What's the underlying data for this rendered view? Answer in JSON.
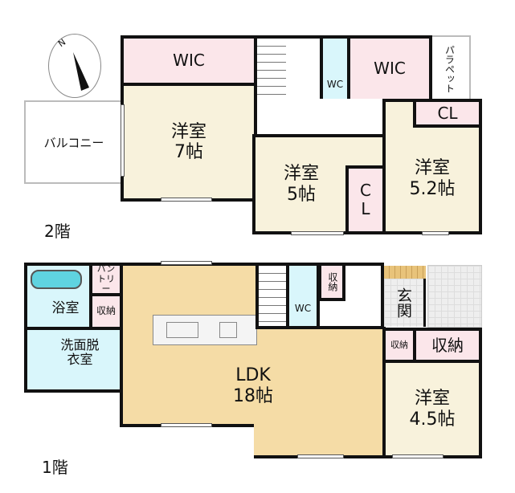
{
  "compass": {
    "label": "N"
  },
  "floor2": {
    "label": "2階",
    "wic_left": "WIC",
    "wic_right": "WIC",
    "wc": "WC",
    "parapet": "パラペット",
    "balcony": "バルコニー",
    "room7": {
      "name": "洋室",
      "size": "7帖"
    },
    "room5": {
      "name": "洋室",
      "size": "5帖"
    },
    "room52": {
      "name": "洋室",
      "size": "5.2帖"
    },
    "cl_top": "CL",
    "cl_side": "CL"
  },
  "floor1": {
    "label": "1階",
    "bath": "浴室",
    "pantry": "パントリー",
    "storage_left": "収納",
    "washroom": "洗面脱衣室",
    "ldk": {
      "name": "LDK",
      "size": "18帖"
    },
    "wc": "WC",
    "storage_hall": "収納",
    "entrance": "玄関",
    "storage_small": "収納",
    "storage_big": "収納",
    "room45": {
      "name": "洋室",
      "size": "4.5帖"
    }
  },
  "colors": {
    "wic": "#fbe6ea",
    "room": "#f8f2dc",
    "wet": "#d9f6fb",
    "ldk": "#f5dca6"
  }
}
